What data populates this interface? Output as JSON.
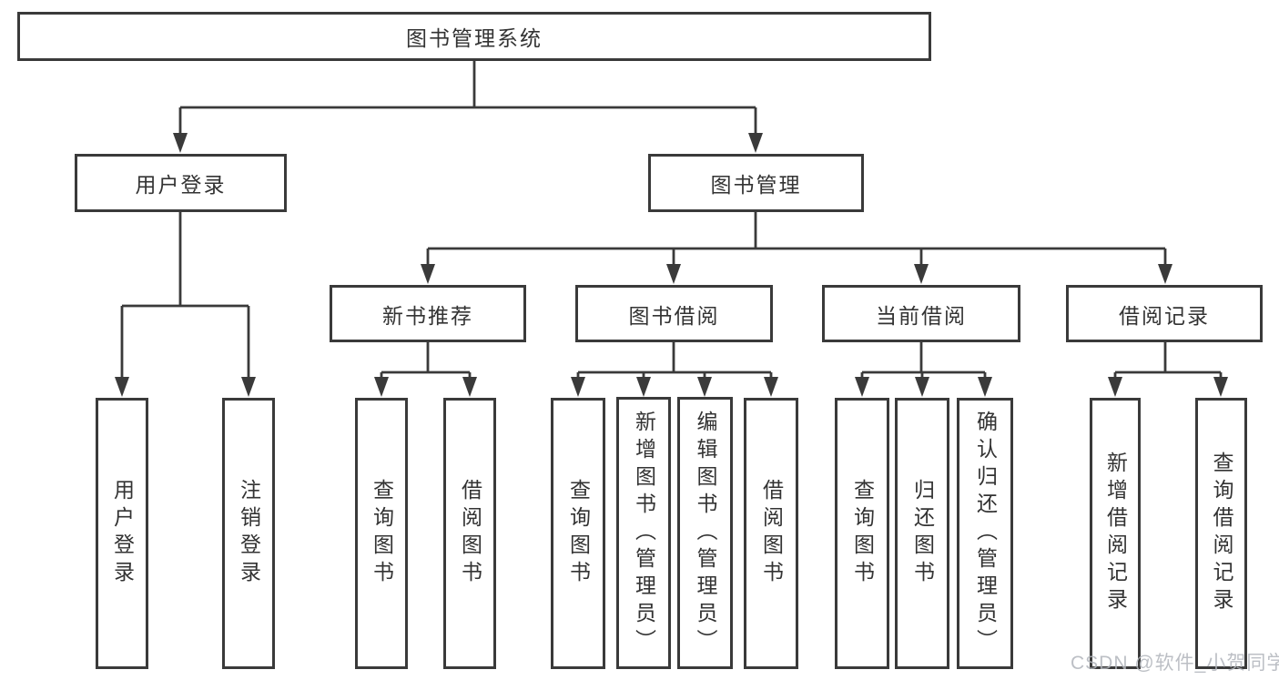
{
  "diagram": {
    "root": {
      "label": "图书管理系统",
      "children": [
        {
          "label": "用户登录",
          "children": [
            {
              "label": "用户登录"
            },
            {
              "label": "注销登录"
            }
          ]
        },
        {
          "label": "图书管理",
          "children": [
            {
              "label": "新书推荐",
              "children": [
                {
                  "label": "查询图书"
                },
                {
                  "label": "借阅图书"
                }
              ]
            },
            {
              "label": "图书借阅",
              "children": [
                {
                  "label": "查询图书"
                },
                {
                  "label": "新增图书（管理员）"
                },
                {
                  "label": "编辑图书（管理员）"
                },
                {
                  "label": "借阅图书"
                }
              ]
            },
            {
              "label": "当前借阅",
              "children": [
                {
                  "label": "查询图书"
                },
                {
                  "label": "归还图书"
                },
                {
                  "label": "确认归还（管理员）"
                }
              ]
            },
            {
              "label": "借阅记录",
              "children": [
                {
                  "label": "新增借阅记录"
                },
                {
                  "label": "查询借阅记录"
                }
              ]
            }
          ]
        }
      ]
    }
  },
  "watermark": {
    "text": "CSDN @软件_小贺同学"
  },
  "colors": {
    "line": "#3a3a3a",
    "text": "#333333",
    "box_background": "#ffffff",
    "page_background": "#ffffff",
    "watermark": "#b1b5bb"
  }
}
